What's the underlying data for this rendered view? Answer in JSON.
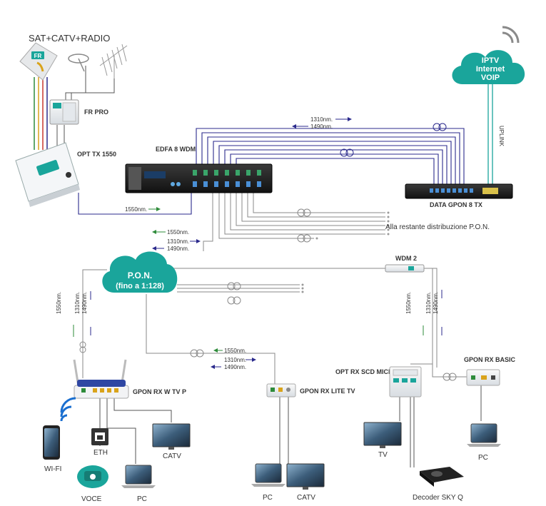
{
  "labels": {
    "sat_title": "SAT+CATV+RADIO",
    "fr_pro": "FR PRO",
    "fr_logo": "FR",
    "opt_tx": "OPT TX 1550",
    "edfa": "EDFA 8 WDM",
    "data_gpon": "DATA GPON 8 TX",
    "cloud_iptv_line1": "IPTV",
    "cloud_iptv_line2": "Internet",
    "cloud_iptv_line3": "VOIP",
    "uplink": "UPLINK",
    "pon_line1": "P.O.N.",
    "pon_line2": "(fino a 1:128)",
    "restante": "Alla restante distribuzione P.O.N.",
    "wdm2": "WDM 2",
    "gpon_rx_wtvp": "GPON RX W TV P",
    "gpon_rx_lite": "GPON RX LITE TV",
    "opt_rx_scd": "OPT RX SCD MICRO",
    "gpon_rx_basic": "GPON RX BASIC",
    "wifi": "WI-FI",
    "eth": "ETH",
    "voce": "VOCE",
    "pc": "PC",
    "catv": "CATV",
    "tv": "TV",
    "decoder": "Decoder SKY Q"
  },
  "wavelengths": {
    "w1310": "1310nm.",
    "w1490": "1490nm.",
    "w1550": "1550nm."
  },
  "colors": {
    "teal": "#1aa59b",
    "green": "#2e8b3a",
    "navy": "#2b2a8c",
    "grey_line": "#8a8a8a"
  }
}
